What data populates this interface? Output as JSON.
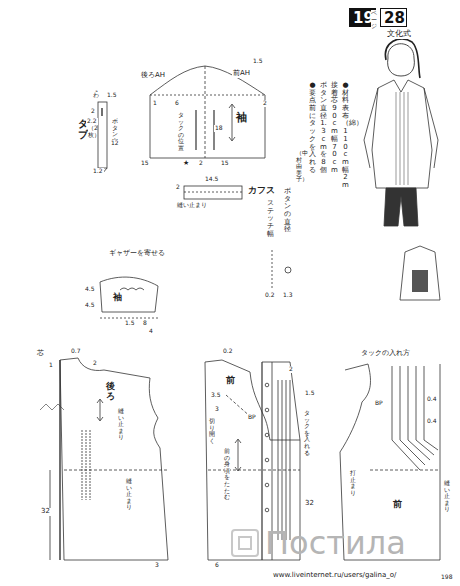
{
  "diagram": {
    "nodes": [
      {
        "text": [
          "19"
        ]
      },
      {
        "text": [
          "28"
        ]
      }
    ],
    "labels": [
      "ページ",
      "文化式",
      "●材料表布（綿）110cm幅2m",
      "接着芯90cm幅70cm",
      "ボタン直径1.3cmを8個",
      "●要点前にタックを入れる",
      "（中村由美子）",
      "後ろAH",
      "前AH",
      "1.5",
      "2",
      "6",
      "袖",
      "タックの位置",
      "18",
      "15",
      "★",
      "1",
      "2",
      "15",
      "タブ",
      "（2枚）",
      "ボタン穴",
      "1",
      "1.5",
      "2",
      "2.2",
      "12",
      "1.2",
      "わ",
      "カフス",
      "14.5",
      "2",
      "縫い止まり",
      "ボタンの直径",
      "1.3",
      "ステッチ幅",
      "0.2",
      "ギャザーを寄せる",
      "袖",
      "4.5",
      "4.5",
      "1.5",
      "8",
      "4",
      "芯",
      "0.7",
      "2",
      "後ろ",
      "縫い止まり",
      "縫い止まり",
      "32",
      "3",
      "1",
      "前",
      "0.2",
      "2",
      "3.5",
      "3",
      "BP",
      "切り開く",
      "前の身頃をたたむ",
      "タックを入れる",
      "1.5",
      "32",
      "6",
      "タックの入れ方",
      "BP",
      "0.4",
      "0.4",
      "前",
      "打止まり",
      "縫い止まり",
      "Постила",
      "www.liveinternet.ru/users/galina_o/",
      "198"
    ]
  }
}
